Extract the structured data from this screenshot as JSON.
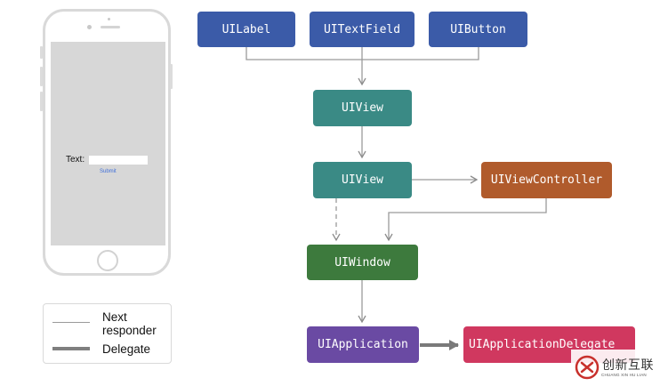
{
  "phone": {
    "text_label": "Text:",
    "submit_label": "Submit"
  },
  "legend": {
    "next_responder_label": "Next\nresponder",
    "delegate_label": "Delegate"
  },
  "nodes": {
    "uilabel": {
      "label": "UILabel",
      "color": "#3b5ba8"
    },
    "uitextfield": {
      "label": "UITextField",
      "color": "#3b5ba8"
    },
    "uibutton": {
      "label": "UIButton",
      "color": "#3b5ba8"
    },
    "uiview_top": {
      "label": "UIView",
      "color": "#3a8a85"
    },
    "uiview_bottom": {
      "label": "UIView",
      "color": "#3a8a85"
    },
    "uiviewcontroller": {
      "label": "UIViewController",
      "color": "#b05b2c"
    },
    "uiwindow": {
      "label": "UIWindow",
      "color": "#3d7a3d"
    },
    "uiapplication": {
      "label": "UIApplication",
      "color": "#6a4aa3"
    },
    "uiapplicationdelegate": {
      "label": "UIApplicationDelegate",
      "color": "#d0385f"
    }
  },
  "watermark": {
    "brand_text": "创新互联",
    "sub_text": "CHUANG XIN HU LIAN"
  }
}
